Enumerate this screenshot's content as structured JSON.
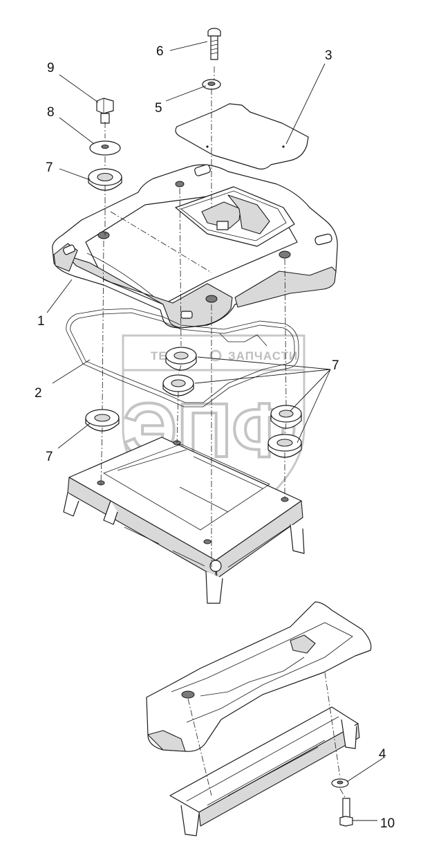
{
  "diagram": {
    "callouts": {
      "c1": "1",
      "c2": "2",
      "c3": "3",
      "c4": "4",
      "c5": "5",
      "c6": "6",
      "c7a": "7",
      "c7b": "7",
      "c7c": "7",
      "c8": "8",
      "c9": "9",
      "c10": "10"
    },
    "watermark": {
      "left_text": "ТЕХНО",
      "right_text": "ЗАПЧАСТИ",
      "logo_letters": "ЭПФ"
    }
  }
}
